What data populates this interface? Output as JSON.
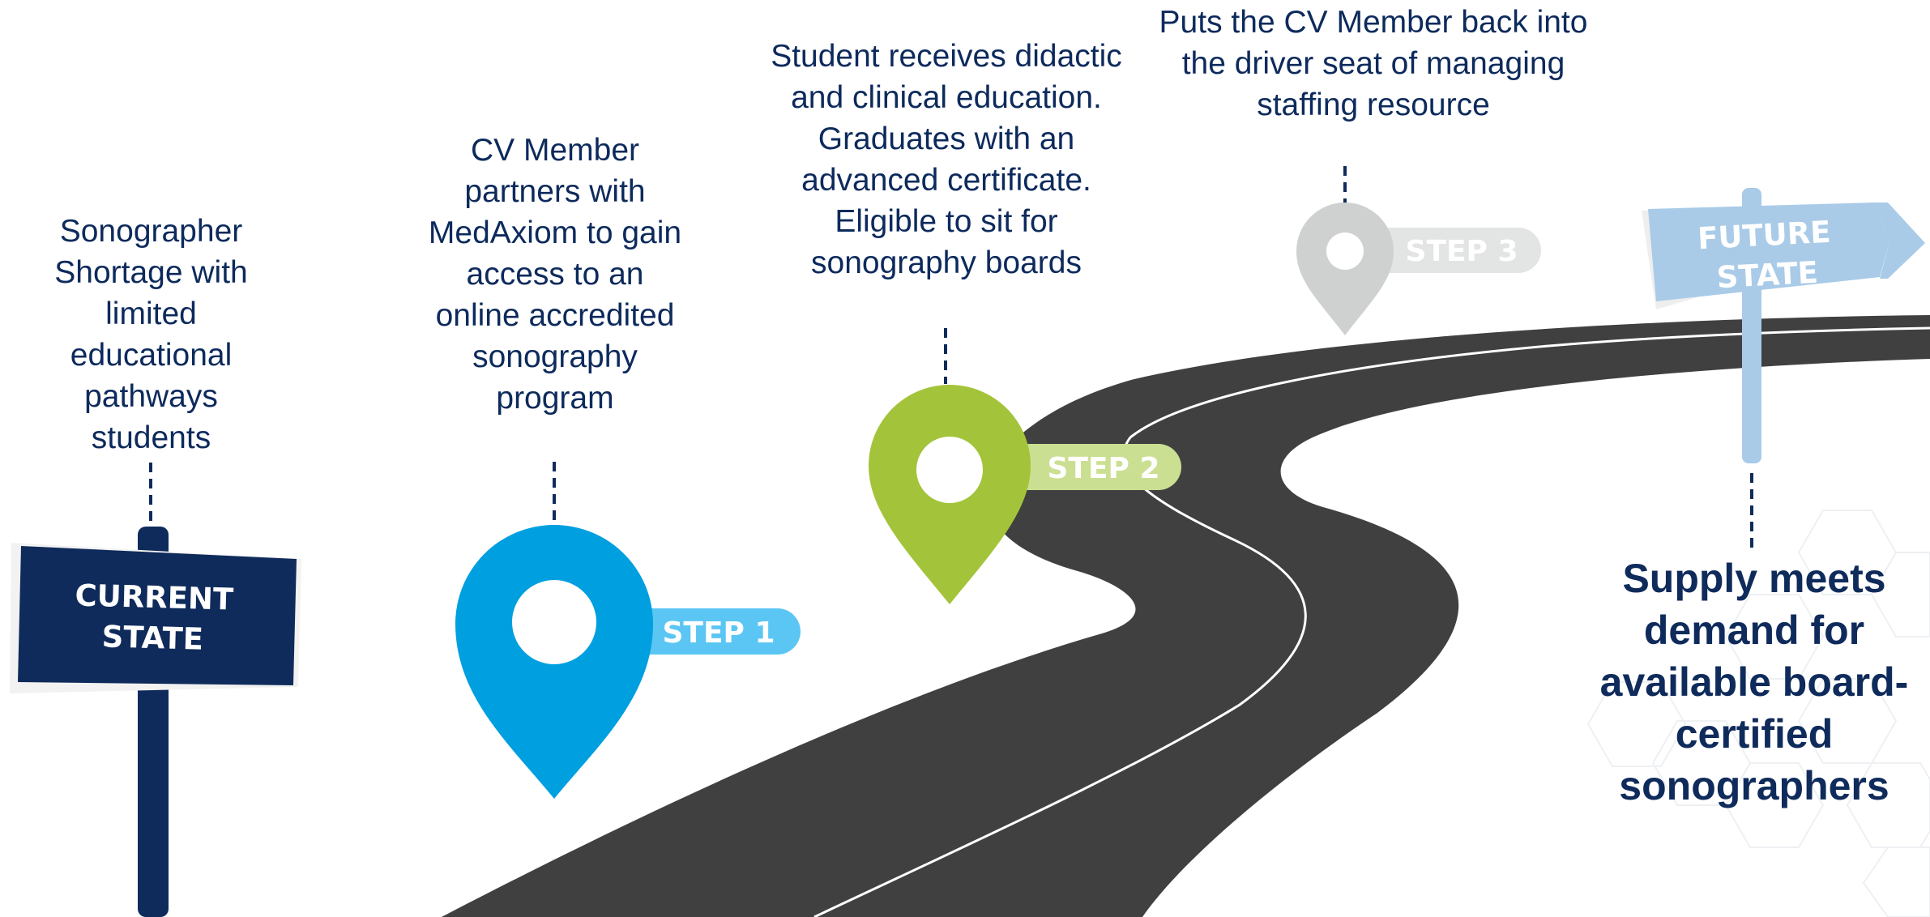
{
  "signs": {
    "current": {
      "line1": "CURRENT",
      "line2": "STATE"
    },
    "future": {
      "line1": "FUTURE",
      "line2": "STATE"
    }
  },
  "steps": [
    {
      "label": "STEP 1",
      "color": "#009fe0",
      "tag_color": "#5bc6f3"
    },
    {
      "label": "STEP 2",
      "color": "#a3c43a",
      "tag_color": "#cbdf92"
    },
    {
      "label": "STEP 3",
      "color": "#cfd0d0",
      "tag_color": "#e3e4e4"
    }
  ],
  "descriptions": {
    "current": "Sonographer Shortage with limited educational pathways students",
    "step1": "CV Member partners with MedAxiom to gain access to an online accredited sonography program",
    "step2": "Student receives didactic and clinical education. Graduates with an advanced certificate. Eligible to sit for sonography boards",
    "step3": "Puts the CV Member back into the driver seat of managing staffing resource",
    "future": "Supply meets demand for available board-certified sonographers"
  },
  "colors": {
    "road": "#404040",
    "navy": "#0f2b5b",
    "sky": "#a9cbe8",
    "text": "#0d2a5c"
  }
}
